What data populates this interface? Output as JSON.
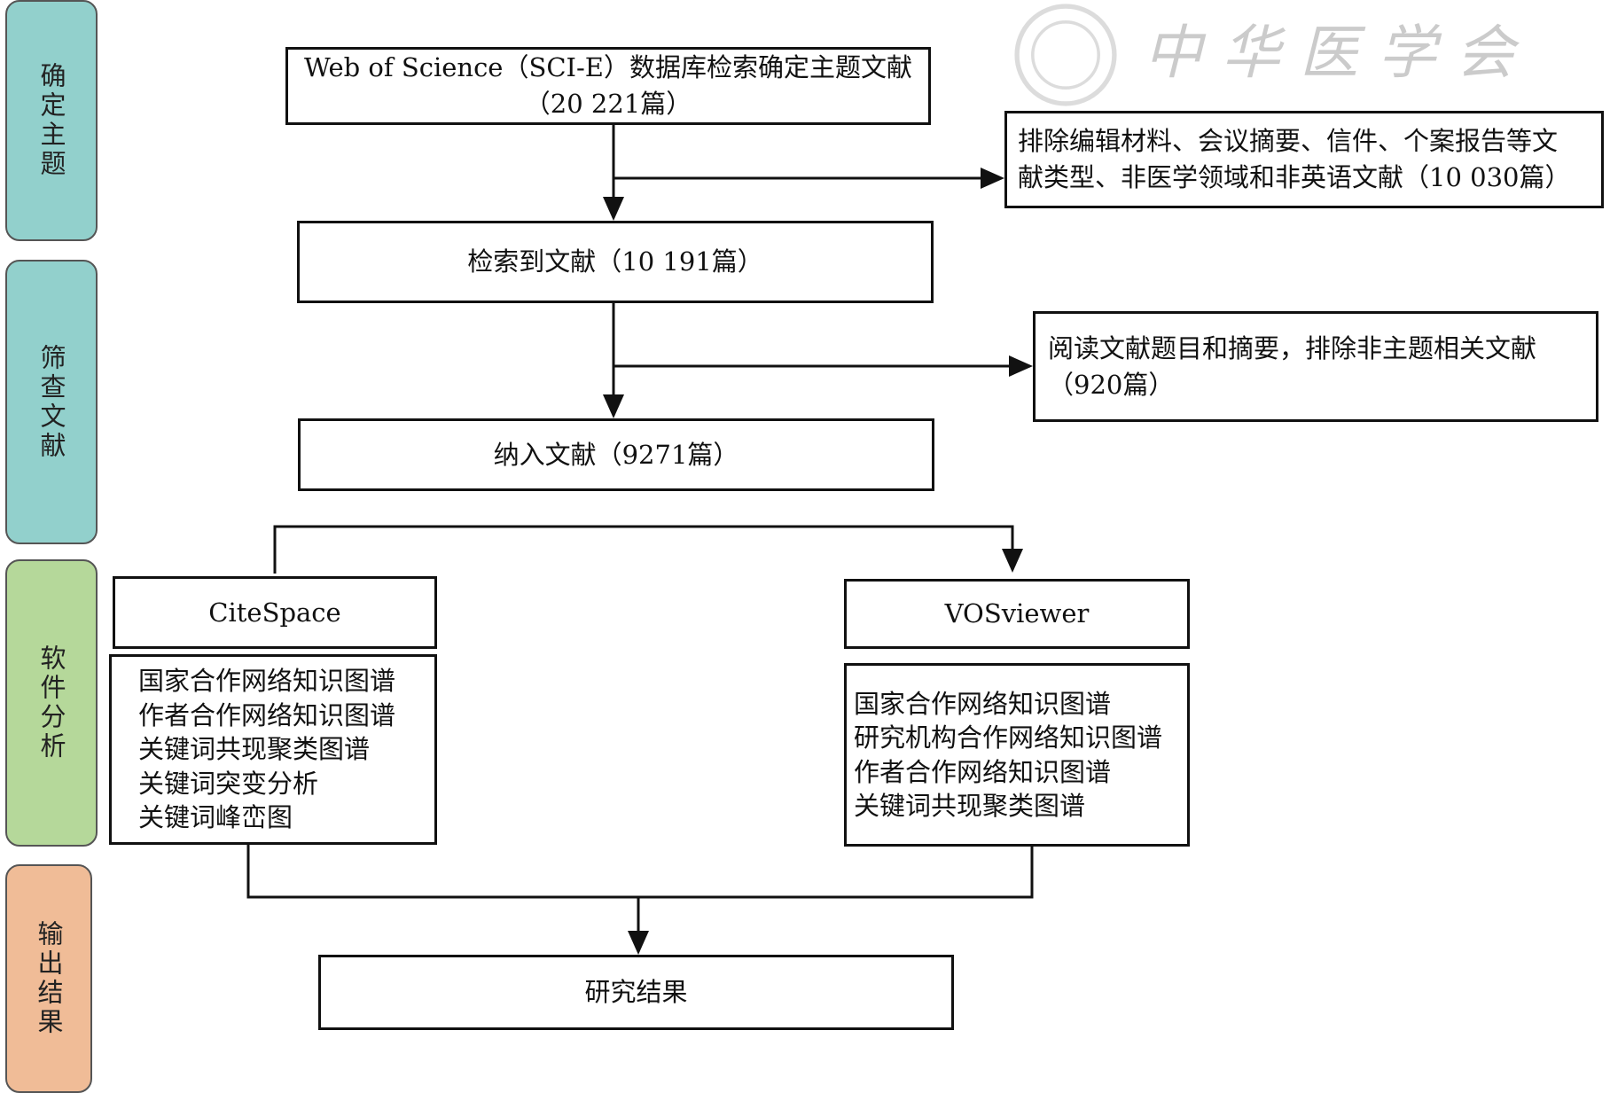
{
  "stages": [
    {
      "label": "确定主题",
      "color": "#92d0cc"
    },
    {
      "label": "筛查文献",
      "color": "#92d0cc"
    },
    {
      "label": "软件分析",
      "color": "#b5d89a"
    },
    {
      "label": "输出结果",
      "color": "#f0bc97"
    }
  ],
  "flow": {
    "search": {
      "line1": "Web of Science（SCI-E）数据库检索确定主题文献",
      "line2": "（20 221篇）"
    },
    "exclude1": {
      "line1": "排除编辑材料、会议摘要、信件、个案报告等文",
      "line2": "献类型、非医学领域和非英语文献（10 030篇）"
    },
    "retrieved": "检索到文献（10 191篇）",
    "exclude2": {
      "line1": "阅读文献题目和摘要，排除非主题相关文献",
      "line2": "（920篇）"
    },
    "included": "纳入文献（9271篇）",
    "citespace": {
      "title": "CiteSpace",
      "items": [
        "国家合作网络知识图谱",
        "作者合作网络知识图谱",
        "关键词共现聚类图谱",
        "关键词突变分析",
        "关键词峰峦图"
      ]
    },
    "vosviewer": {
      "title": "VOSviewer",
      "items": [
        "国家合作网络知识图谱",
        "研究机构合作网络知识图谱",
        "作者合作网络知识图谱",
        "关键词共现聚类图谱"
      ]
    },
    "result": "研究结果"
  },
  "watermark": "中华医学会"
}
